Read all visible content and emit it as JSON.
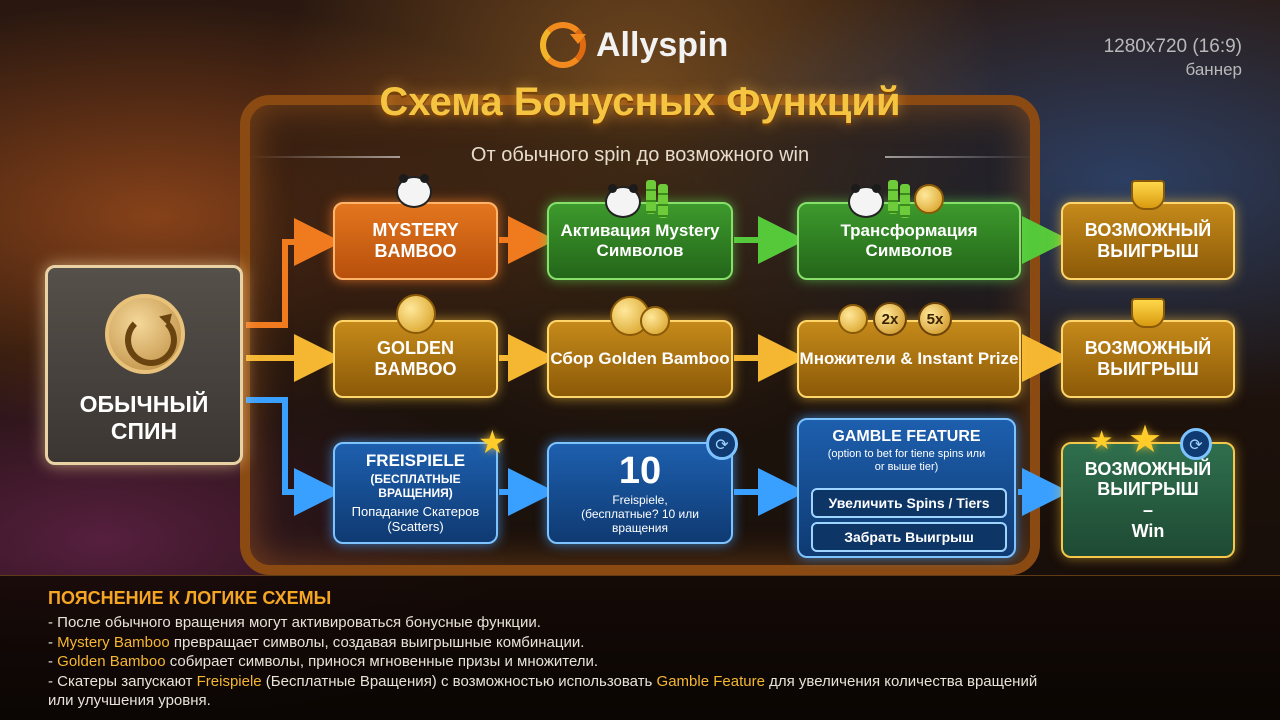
{
  "header": {
    "logo_text": "Allyspin",
    "size_line1": "1280x720 (16:9)",
    "size_line2": "баннер",
    "title": "Схема Бонусных Функций",
    "subtitle": "От обычного spin до возможного win"
  },
  "start": {
    "label": "ОБЫЧНЫЙ СПИН"
  },
  "rows": {
    "mystery": {
      "box1": "MYSTERY BAMBOO",
      "box2": "Активация Mystery Символов",
      "box3": "Трансформация Символов",
      "result": "ВОЗМОЖНЫЙ ВЫИГРЫШ"
    },
    "golden": {
      "box1": "GOLDEN BAMBOO",
      "box2": "Сбор Golden Bamboo",
      "box3": "Множители & Instant Prize",
      "result": "ВОЗМОЖНЫЙ ВЫИГРЫШ",
      "mult1": "2x",
      "mult2": "5x"
    },
    "free": {
      "box1_title": "FREISPIELE",
      "box1_sub": "(БЕСПЛАТНЫЕ ВРАЩЕНИЯ)",
      "box1_note": "Попадание Скатеров (Scatters)",
      "box2_number": "10",
      "box2_text": "Freispiele, (бесплатные? 10 или вращения",
      "gamble_title": "GAMBLE FEATURE",
      "gamble_note": "(option to bet for tiene spins или or выше tier)",
      "gamble_btn1": "Увеличить Spins / Tiers",
      "gamble_btn2": "Забрать Выигрыш",
      "result": "ВОЗМОЖНЫЙ ВЫИГРЫШ",
      "result_dash": "–",
      "result_win": "Win"
    }
  },
  "explain": {
    "title": "ПОЯСНЕНИЕ К ЛОГИКЕ СХЕМЫ",
    "line1": "- После обычного вращения могут активироваться бонусные функции.",
    "line2_pre": "- ",
    "line2_hl": "Mystery Bamboo",
    "line2_post": " превращает символы, создавая выигрышные комбинации.",
    "line3_pre": "- ",
    "line3_hl": "Golden Bamboo",
    "line3_post": " собирает символы, принося мгновенные призы и множители.",
    "line4_pre": "- Скатеры запускают ",
    "line4_hl1": "Freispiele",
    "line4_mid": " (Бесплатные Вращения) с возможностью использовать ",
    "line4_hl2": "Gamble Feature",
    "line4_post": " для увеличения количества вращений",
    "line5": "или улучшения уровня."
  },
  "colors": {
    "orange": "#f07a1e",
    "gold": "#f5b731",
    "green": "#55c93a",
    "blue": "#3aa0ff"
  }
}
